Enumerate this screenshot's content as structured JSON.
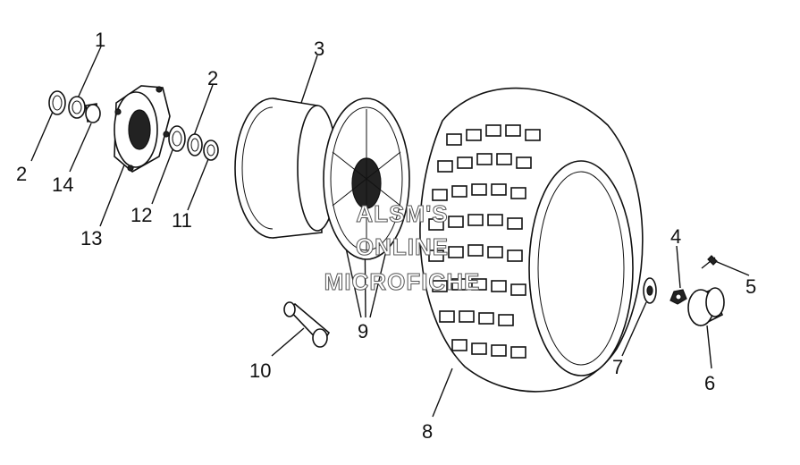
{
  "callouts": [
    {
      "id": "c1",
      "label": "1"
    },
    {
      "id": "c2a",
      "label": "2"
    },
    {
      "id": "c2b",
      "label": "2"
    },
    {
      "id": "c3",
      "label": "3"
    },
    {
      "id": "c4",
      "label": "4"
    },
    {
      "id": "c5",
      "label": "5"
    },
    {
      "id": "c6",
      "label": "6"
    },
    {
      "id": "c7",
      "label": "7"
    },
    {
      "id": "c8",
      "label": "8"
    },
    {
      "id": "c9",
      "label": "9"
    },
    {
      "id": "c10",
      "label": "10"
    },
    {
      "id": "c11",
      "label": "11"
    },
    {
      "id": "c12",
      "label": "12"
    },
    {
      "id": "c13",
      "label": "13"
    },
    {
      "id": "c14",
      "label": "14"
    }
  ],
  "watermark": {
    "line1": "ALSM'S",
    "line2": "ONLINE",
    "line3": "MICROFICHE"
  }
}
